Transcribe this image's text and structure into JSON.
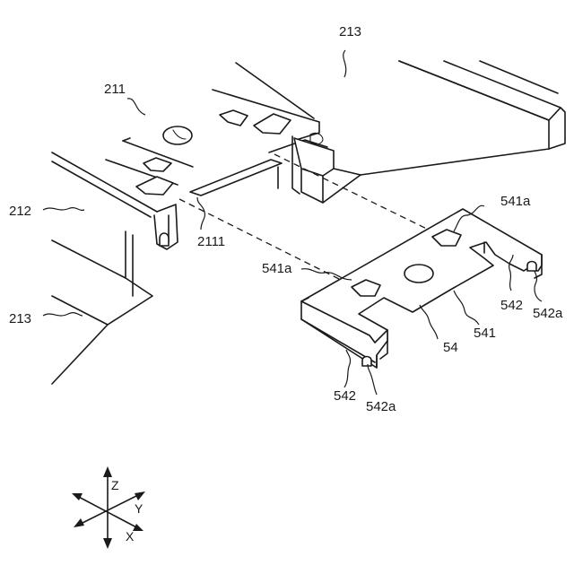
{
  "labels": {
    "ref_213_top": "213",
    "ref_211": "211",
    "ref_212": "212",
    "ref_2111": "2111",
    "ref_213_left": "213",
    "ref_541a_right": "541a",
    "ref_541a_left": "541a",
    "ref_542_right": "542",
    "ref_542a_right": "542a",
    "ref_541": "541",
    "ref_54": "54",
    "ref_542_bottom": "542",
    "ref_542a_bottom": "542a"
  },
  "axes": {
    "z": "Z",
    "y": "Y",
    "x": "X"
  }
}
